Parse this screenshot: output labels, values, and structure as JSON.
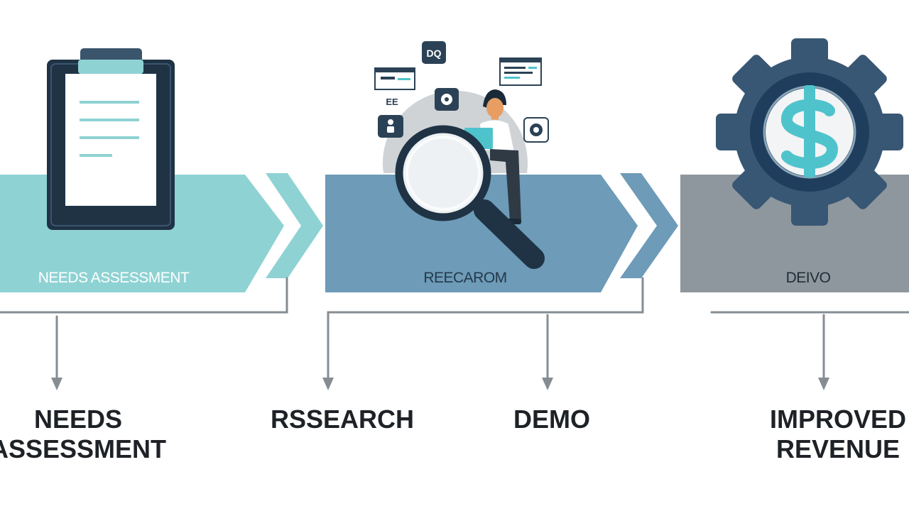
{
  "colors": {
    "teal": "#8fd2d3",
    "steel_blue": "#6d9bb8",
    "gray": "#8e979d",
    "navy": "#1f3345",
    "connector": "#858d93",
    "accent_cyan": "#4fc3cc",
    "caption_text": "#1e2226"
  },
  "banners": [
    {
      "label": "NEEDS ASSESSMENT",
      "color": "#8fd2d3",
      "icon": "clipboard-icon"
    },
    {
      "label": "REECAROM",
      "color": "#6d9bb8",
      "icon": "magnifying-glass-icon"
    },
    {
      "label": "DEIVO",
      "color": "#8e979d",
      "icon": "dollar-gear-icon"
    }
  ],
  "icons": {
    "research_badge_top": "DQ",
    "research_badge_left": "ЕЕ"
  },
  "captions": {
    "needs": [
      "NEEDS",
      "ASSESSMENT"
    ],
    "research": [
      "RSSEARCH"
    ],
    "demo": [
      "DEMO"
    ],
    "revenue": [
      "IMPROVED",
      "REVENUE"
    ]
  }
}
